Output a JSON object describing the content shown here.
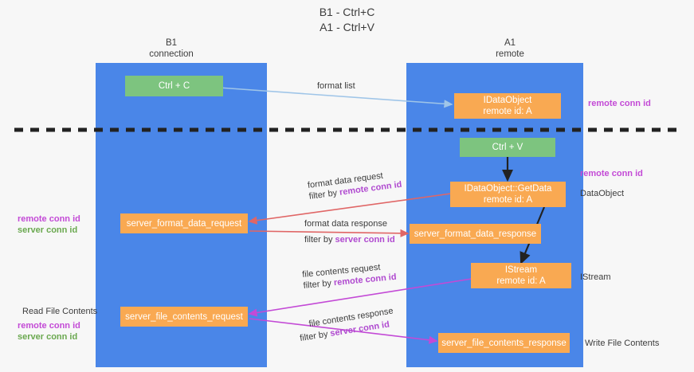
{
  "title": {
    "line1": "B1 - Ctrl+C",
    "line2": "A1 - Ctrl+V"
  },
  "lanes": [
    {
      "id": "b1",
      "head_line1": "B1",
      "head_line2": "connection"
    },
    {
      "id": "a1",
      "head_line1": "A1",
      "head_line2": "remote"
    }
  ],
  "nodes": {
    "ctrl_c": {
      "line1": "Ctrl + C",
      "line2": ""
    },
    "idataobject": {
      "line1": "IDataObject",
      "line2": "remote id: A"
    },
    "ctrl_v": {
      "line1": "Ctrl + V",
      "line2": ""
    },
    "getdata": {
      "line1": "IDataObject::GetData",
      "line2": "remote id: A"
    },
    "fmt_request": {
      "line1": "server_format_data_request",
      "line2": ""
    },
    "fmt_response": {
      "line1": "server_format_data_response",
      "line2": ""
    },
    "istream": {
      "line1": "IStream",
      "line2": "remote id: A"
    },
    "file_request": {
      "line1": "server_file_contents_request",
      "line2": ""
    },
    "file_response": {
      "line1": "server_file_contents_response",
      "line2": ""
    }
  },
  "edge_labels": {
    "format_list": {
      "line1": "format list",
      "line2": "",
      "line2_hl": ""
    },
    "format_data_req": {
      "line1": "format data request",
      "line2": "filter by ",
      "line2_hl": "remote conn id"
    },
    "format_data_resp": {
      "line1": "format data response",
      "line2": "filter by ",
      "line2_hl": "server conn id"
    },
    "file_contents_req": {
      "line1": "file contents request",
      "line2": "filter by ",
      "line2_hl": "remote conn id"
    },
    "file_contents_resp": {
      "line1": "file contents response",
      "line2": "filter by ",
      "line2_hl": "server conn id"
    }
  },
  "side_notes": {
    "right_top": "remote conn id",
    "right_mid": "remote conn id",
    "right_dataobject": "DataObject",
    "right_istream": "IStream",
    "right_write": "Write File Contents",
    "left_mid_remote": "remote conn id",
    "left_mid_server": "server conn id",
    "left_read": "Read File Contents",
    "left_bot_remote": "remote conn id",
    "left_bot_server": "server conn id"
  },
  "colors": {
    "lane": "#4a86e8",
    "node_orange": "#f9a952",
    "node_green": "#7dc47f",
    "remote_conn": "#c34ad6",
    "server_conn": "#6aa84f",
    "arrow_blue": "#9fc5e8",
    "arrow_red": "#e06666",
    "arrow_magenta": "#c34ad6",
    "arrow_black": "#222222",
    "divider": "#222222",
    "background": "#f7f7f7"
  }
}
